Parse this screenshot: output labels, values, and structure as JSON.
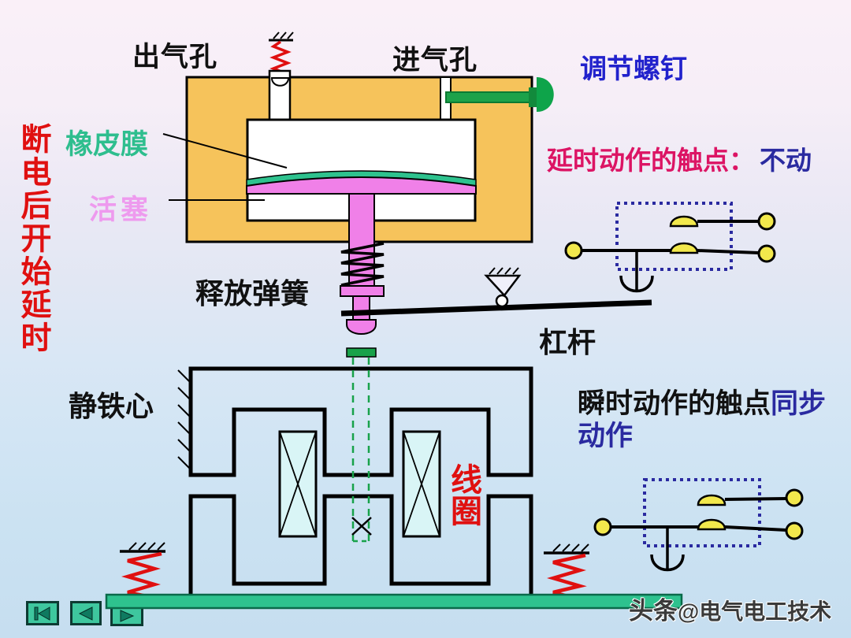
{
  "labels": {
    "outlet_hole": "出气孔",
    "inlet_hole": "进气孔",
    "adjust_screw": "调节螺钉",
    "side_note": "断电后开始延时",
    "rubber_membrane": "橡皮膜",
    "piston": "活塞",
    "delayed_contact_label": "延时动作的触点：",
    "delayed_contact_state": "不动",
    "release_spring": "释放弹簧",
    "lever": "杠杆",
    "static_core": "静铁心",
    "instant_contact_label": "瞬时动作的触点",
    "instant_contact_state_1": "同步",
    "instant_contact_state_2": "动作",
    "coil": "线圈"
  },
  "watermark": {
    "brand": "头条",
    "handle": "@电气电工技术"
  },
  "nav": {
    "first_icon": "skip-to-first",
    "prev_icon": "previous",
    "next_icon": "next"
  },
  "colors": {
    "housing_orange": "#F6C35B",
    "piston_pink": "#F080E8",
    "membrane_teal": "#2EC28E",
    "screw_green": "#0EA44A",
    "spring_red": "#E01010",
    "contact_yellow": "#F2E84C",
    "dashed_box_navy": "#2A2AA0",
    "coil_fill": "#D9F5F6",
    "base_bar_green": "#2EC28E",
    "delayed_text_crimson": "#DC1464",
    "state_text_blue": "#2A2AA0",
    "side_note_red": "#E01010"
  }
}
